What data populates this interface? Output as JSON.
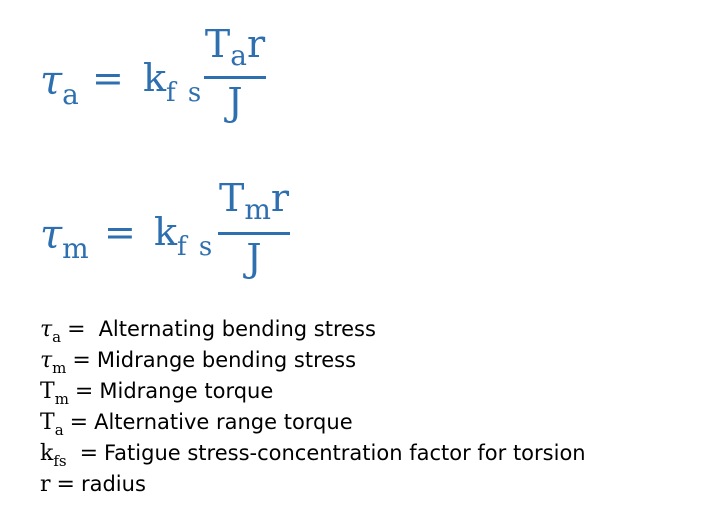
{
  "equations": [
    {
      "lhs_symbol": "τ",
      "lhs_sub": "a",
      "equals": "=",
      "coef": "k",
      "coef_sub": "f s",
      "num_main": "T",
      "num_sub": "a",
      "num_tail": "r",
      "den": "J"
    },
    {
      "lhs_symbol": "τ",
      "lhs_sub": "m",
      "equals": "=",
      "coef": "k",
      "coef_sub": "f s",
      "num_main": "T",
      "num_sub": "m",
      "num_tail": "r",
      "den": "J"
    }
  ],
  "definitions": [
    {
      "symbol": "τ",
      "italic": true,
      "sub": "a",
      "equals": "= ",
      "text": "Alternating bending stress"
    },
    {
      "symbol": "τ",
      "italic": true,
      "sub": "m",
      "equals": "=",
      "text": "Midrange bending stress"
    },
    {
      "symbol": "T",
      "italic": false,
      "sub": "m",
      "equals": "=",
      "text": "Midrange torque"
    },
    {
      "symbol": "T",
      "italic": false,
      "sub": "a",
      "equals": "=",
      "text": "Alternative range torque"
    },
    {
      "symbol": "k",
      "italic": false,
      "sub": "fs",
      "equals": " =",
      "text": "Fatigue stress-concentration factor for torsion"
    },
    {
      "symbol": "r",
      "italic": false,
      "sub": "",
      "equals": "=",
      "text": "radius"
    }
  ]
}
